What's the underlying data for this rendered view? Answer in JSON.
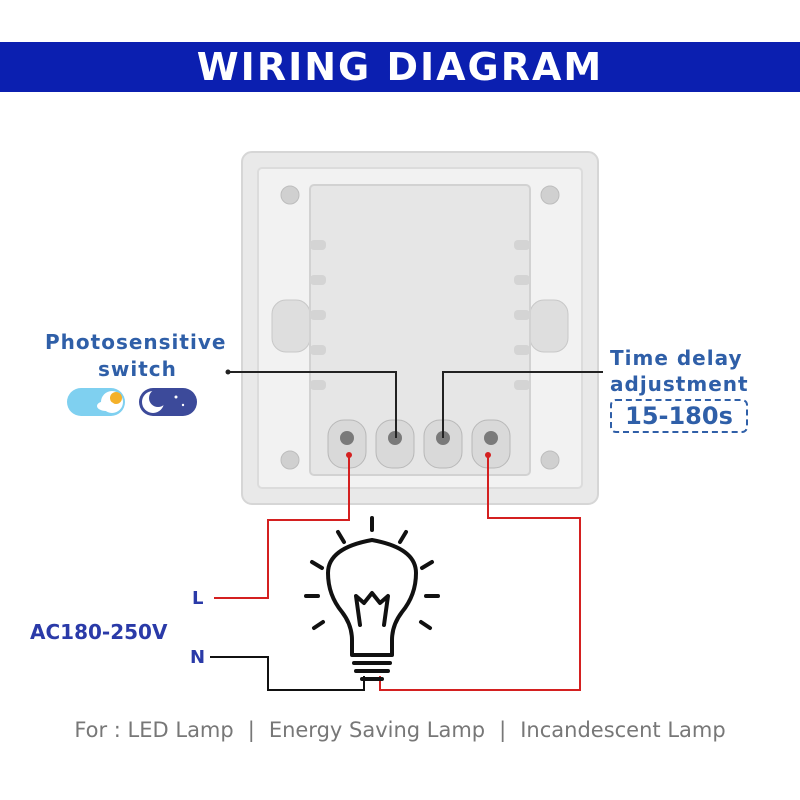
{
  "header": {
    "title": "WIRING DIAGRAM"
  },
  "labels": {
    "photosensitive_line1": "Photosensitive",
    "photosensitive_line2": "switch",
    "time_delay_line1": "Time delay",
    "time_delay_line2": "adjustment",
    "time_range": "15-180s",
    "live_terminal": "L",
    "neutral_terminal": "N",
    "voltage": "AC180-250V"
  },
  "footer": {
    "prefix": "For : LED Lamp",
    "separator": "|",
    "item2": "Energy Saving Lamp",
    "item3": "Incandescent Lamp"
  },
  "colors": {
    "banner": "#0b1fb0",
    "label_blue": "#2f5fa8",
    "wire_live": "#d42020",
    "wire_neutral": "#111111",
    "device_body": "#ececec"
  }
}
